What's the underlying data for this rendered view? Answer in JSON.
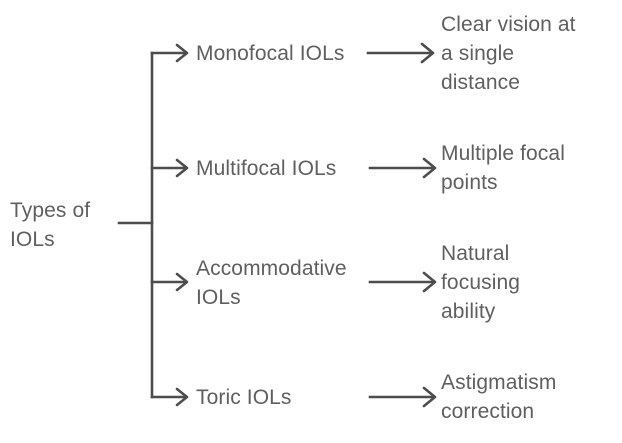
{
  "diagram": {
    "title": "Types of IOLs",
    "type": "tree-diagram",
    "background_color": "#ffffff",
    "line_color": "#4d4d4d",
    "text_color": "#5f5f5f",
    "root": {
      "label": "Types of\nIOLs"
    },
    "branches": [
      {
        "label": "Monofocal IOLs",
        "outcome": "Clear vision at\na single\ndistance"
      },
      {
        "label": "Multifocal IOLs",
        "outcome": "Multiple focal\npoints"
      },
      {
        "label": "Accommodative\nIOLs",
        "outcome": "Natural\nfocusing\nability"
      },
      {
        "label": "Toric IOLs",
        "outcome": "Astigmatism\ncorrection"
      }
    ]
  }
}
